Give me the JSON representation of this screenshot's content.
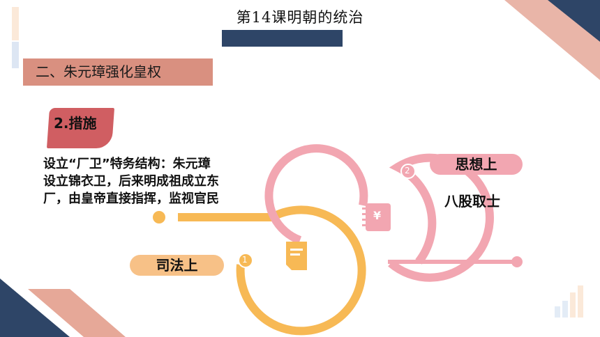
{
  "slide": {
    "title": "第14课明朝的统治",
    "section_heading": "二、朱元璋强化皇权",
    "step_label": "2.措施",
    "description_lines": [
      "设立“厂卫”特务结构：朱元璋",
      "设立锦衣卫，后来明成祖成立东",
      "厂，由皇帝直接指挥，监视官民"
    ],
    "thought_label": "思想上",
    "thought_text": "八股取士",
    "judicial_label": "司法上",
    "marker_1": "1",
    "marker_2": "2",
    "yuan_symbol": "¥"
  },
  "colors": {
    "navy": "#2e4567",
    "salmon": "#d99080",
    "red_tag": "#d05e62",
    "pink": "#f2a6b1",
    "orange": "#f7b955"
  }
}
